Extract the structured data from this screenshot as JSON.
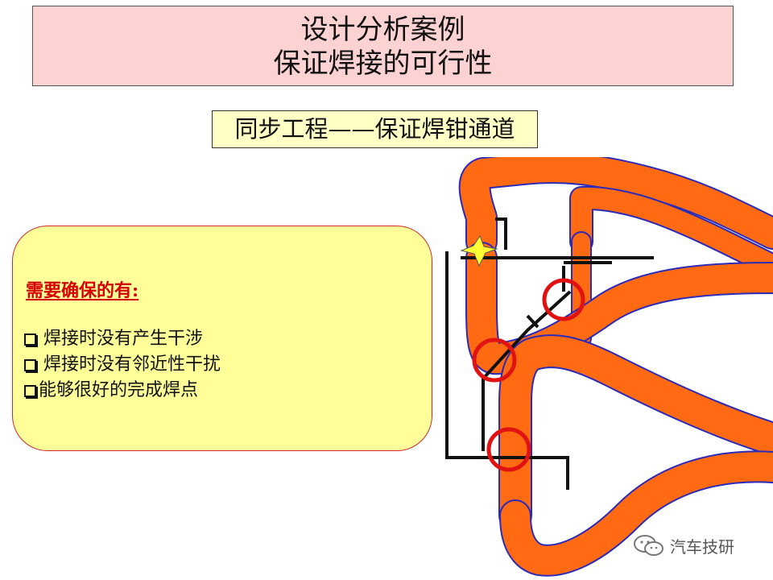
{
  "title": {
    "line1": "设计分析案例",
    "line2": "保证焊接的可行性"
  },
  "subtitle": "同步工程——保证焊钳通道",
  "callout": {
    "heading": "需要确保的有:",
    "items": [
      "焊接时没有产生干涉",
      "焊接时没有邻近性干扰",
      "能够很好的完成焊点"
    ]
  },
  "watermark": {
    "text": "汽车技研",
    "icon": "wechat-icon"
  },
  "colors": {
    "tube": "#ff6a13",
    "tube_outline": "#2b2bb8",
    "circle": "#e01212",
    "star": "#ffff33"
  }
}
